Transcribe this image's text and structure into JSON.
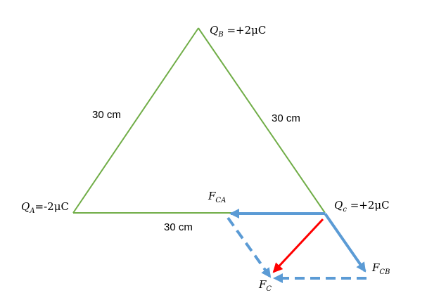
{
  "charges": {
    "a": {
      "symbol": "Q",
      "sub": "A",
      "value": "=-2μC"
    },
    "b": {
      "symbol": "Q",
      "sub": "B",
      "value": "=+2μC"
    },
    "c": {
      "symbol": "Q",
      "sub": "c",
      "value": "=+2μC"
    }
  },
  "sides": {
    "left": "30 cm",
    "right": "30 cm",
    "bottom": "30 cm"
  },
  "forces": {
    "ca": {
      "symbol": "F",
      "sub": "CA"
    },
    "cb": {
      "symbol": "F",
      "sub": "CB"
    },
    "c": {
      "symbol": "F",
      "sub": "C"
    }
  },
  "colors": {
    "triangle": "#70AD47",
    "force_arrow": "#5B9BD5",
    "resultant_arrow": "#FF0000"
  }
}
